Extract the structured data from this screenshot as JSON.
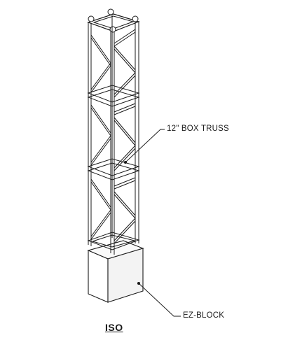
{
  "labels": {
    "truss": "12\" BOX TRUSS",
    "block": "EZ-BLOCK",
    "view": "ISO"
  },
  "colors": {
    "line": "#1a1a1a",
    "block_front": "#ffffff",
    "block_side": "#f2f2f2",
    "background": "#ffffff"
  }
}
